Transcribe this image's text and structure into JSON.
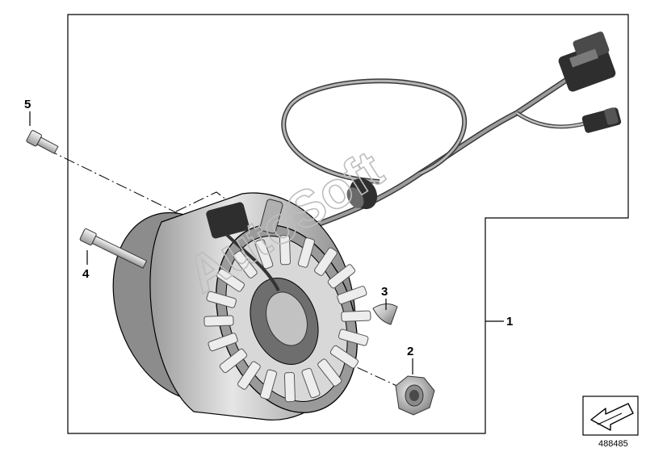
{
  "callouts": {
    "part1": "1",
    "part2": "2",
    "part3": "3",
    "part4": "4",
    "part5": "5"
  },
  "diagram_number": "488485",
  "watermark_text": "AutoSoft",
  "icons": {
    "nav_arrow": "return-arrow-icon"
  },
  "colors": {
    "line": "#000000",
    "metal_light": "#d9d9d9",
    "metal_mid": "#a6a6a6",
    "metal_dark": "#555555",
    "connector": "#2e2e2e"
  }
}
